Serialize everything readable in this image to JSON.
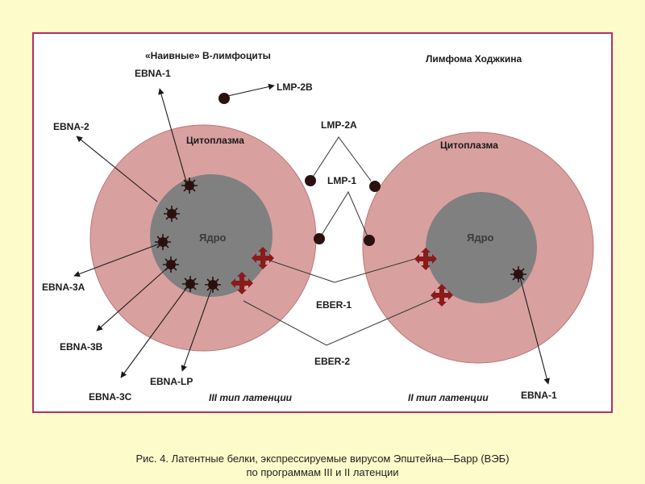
{
  "diagram": {
    "left_cell": {
      "title": "«Наивные» В-лимфоциты",
      "cytoplasm_label": "Цитоплазма",
      "nucleus_label": "Ядро",
      "latency_label": "III тип латенции"
    },
    "right_cell": {
      "title": "Лимфома Ходжкина",
      "cytoplasm_label": "Цитоплазма",
      "nucleus_label": "Ядро",
      "latency_label": "II тип латенции"
    },
    "proteins": {
      "ebna1_left": "EBNA-1",
      "lmp2b": "LMP-2B",
      "ebna2": "EBNA-2",
      "lmp2a": "LMP-2A",
      "lmp1": "LMP-1",
      "ebna3a": "EBNA-3A",
      "ebna3b": "EBNA-3B",
      "ebna3c": "EBNA-3C",
      "ebnalp": "EBNA-LP",
      "eber1": "EBER-1",
      "eber2": "EBER-2",
      "ebna1_right": "EBNA-1"
    },
    "colors": {
      "background": "#fdfbc9",
      "panel": "#ffffff",
      "panel_border": "#b0306a",
      "cytoplasm": "#d9a0a0",
      "nucleus": "#808080",
      "marker": "#2b1010",
      "eber_marker": "#8b1a1a"
    }
  },
  "caption": {
    "line1": "Рис. 4. Латентные белки, экспрессируемые вирусом Эпштейна—Барр (ВЭБ)",
    "line2": "по программам III и II латенции"
  }
}
